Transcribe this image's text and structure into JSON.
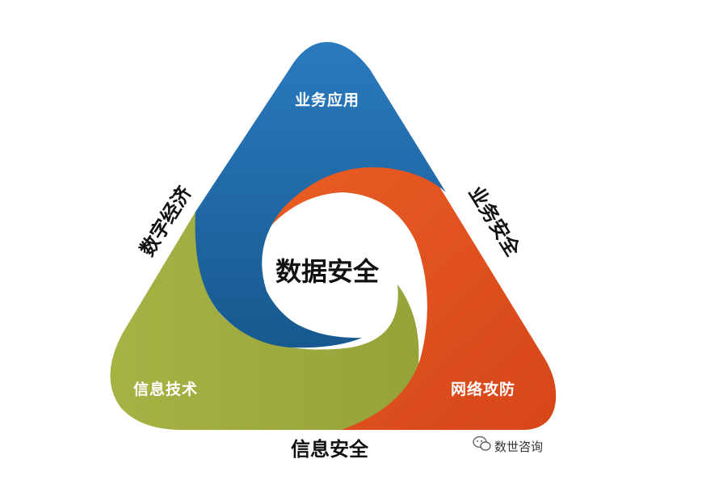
{
  "diagram": {
    "center": "数据安全",
    "segments": {
      "top": "业务应用",
      "left": "信息技术",
      "right": "网络攻防"
    },
    "sides": {
      "left": "数字经济",
      "right": "业务安全",
      "bottom": "信息安全"
    },
    "colors": {
      "blue": "#1e6aa8",
      "orange": "#e2521e",
      "green": "#a3ae3f"
    }
  },
  "watermark": {
    "text": "数世咨询",
    "icon": "wechat-icon"
  }
}
